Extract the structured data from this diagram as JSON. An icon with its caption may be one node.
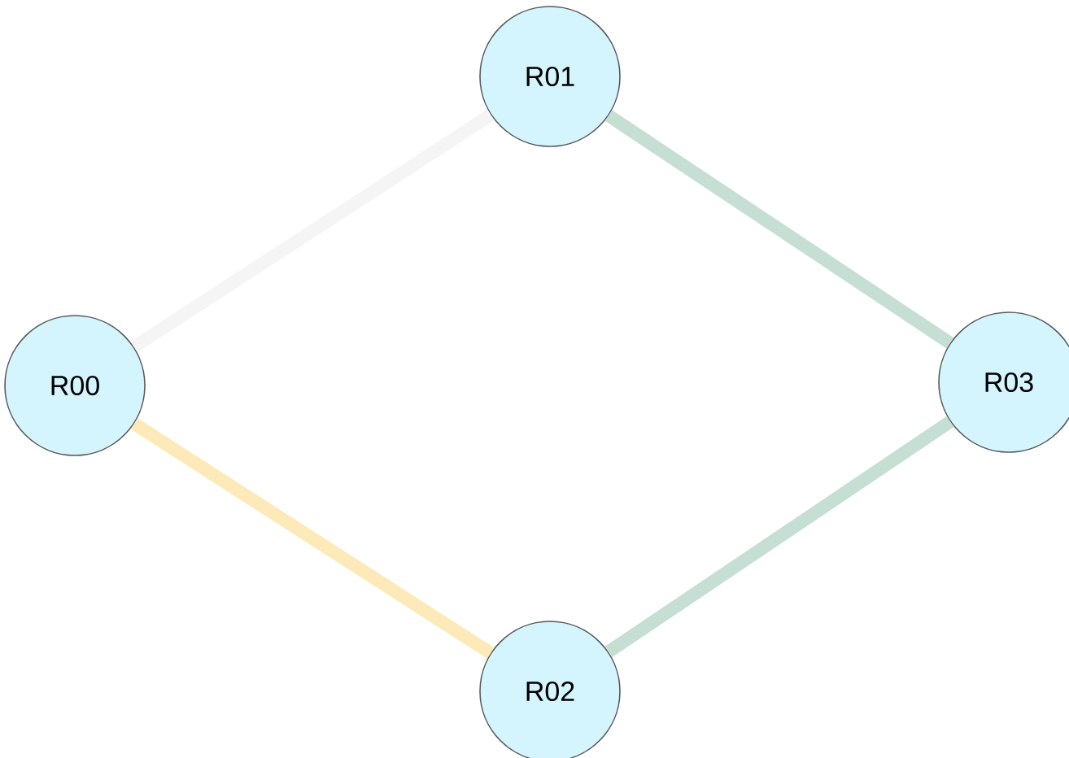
{
  "diagram": {
    "nodes": [
      {
        "text": [
          "R01"
        ]
      },
      {
        "text": [
          "R00"
        ]
      },
      {
        "text": [
          "R03"
        ]
      },
      {
        "text": [
          "R02"
        ]
      }
    ],
    "edges": [
      {
        "from": 1,
        "to": 0,
        "arrow": "none",
        "color": "#f5f5f5"
      },
      {
        "from": 0,
        "to": 2,
        "arrow": "none",
        "color": "#c5dfd2"
      },
      {
        "from": 1,
        "to": 3,
        "arrow": "none",
        "color": "#feeab8"
      },
      {
        "from": 3,
        "to": 2,
        "arrow": "none",
        "color": "#c5dfd2"
      }
    ]
  }
}
